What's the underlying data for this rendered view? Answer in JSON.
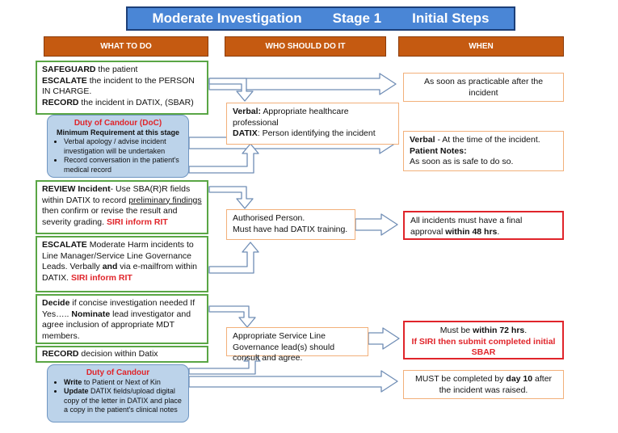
{
  "title": {
    "part1": "Moderate Investigation",
    "part2": "Stage 1",
    "part3": "Initial Steps"
  },
  "headers": {
    "what": "WHAT TO DO",
    "who": "WHO SHOULD DO IT",
    "when": "WHEN"
  },
  "what": {
    "box1": {
      "l1_bold": "SAFEGUARD",
      "l1_rest": " the patient",
      "l2_bold": "ESCALATE",
      "l2_rest": "  the incident to the PERSON IN CHARGE.",
      "l3_bold": "RECORD",
      "l3_rest": " the incident in DATIX, (SBAR)"
    },
    "doc1": {
      "title": "Duty of Candour  (DoC)",
      "subtitle": "Minimum Requirement at this stage",
      "bullet1": "Verbal apology / advise incident investigation will be undertaken",
      "bullet2": "Record conversation in the patient's medical record"
    },
    "box2": {
      "bold": "REVIEW Incident",
      "t1": "-  Use SBA(R)R fields within DATIX to record ",
      "underline": "preliminary findings",
      "t2": "  then confirm or revise the result and severity grading.  ",
      "red": "SIRI inform RIT"
    },
    "box3": {
      "bold": "ESCALATE",
      "t1": " Moderate Harm incidents to Line Manager/Service Line Governance Leads. Verbally ",
      "bold2": "and",
      "t2": " via e-mailfrom  within DATIX. ",
      "red": "SIRI inform RIT"
    },
    "box4": {
      "bold": "Decide",
      "t1": " if concise investigation needed If Yes….. ",
      "bold2": "Nominate",
      "t2": " lead investigator and agree inclusion of appropriate MDT members."
    },
    "box5": {
      "bold": "RECORD",
      "t1": " decision within Datix"
    },
    "doc2": {
      "title": "Duty of Candour",
      "b1_bold": "Write",
      "b1_rest": " to Patient or Next of Kin",
      "b2_bold": "Update",
      "b2_rest": " DATIX fields/upload digital copy of the letter in DATIX and place a copy in the  patient's clinical notes"
    }
  },
  "who": {
    "box1": {
      "l1_bold": "Verbal:",
      "l1_rest": "  Appropriate healthcare professional",
      "l2_bold": "DATIX",
      "l2_rest": ":   Person identifying the incident"
    },
    "box2": {
      "l1": "Authorised Person.",
      "l2": "Must have had DATIX training."
    },
    "box3": {
      "text": "Appropriate Service Line Governance lead(s) should consult and agree."
    }
  },
  "when": {
    "box1": {
      "text": "As soon as practicable after the incident"
    },
    "box2": {
      "l1_bold": "Verbal",
      "l1_rest": "  - At the time of the incident.",
      "l2_bold": "Patient  Notes:",
      "l3": "As soon as is safe to do so."
    },
    "box3": {
      "t1": "All incidents must have a final approval ",
      "bold": "within 48 hrs",
      "t2": "."
    },
    "box4": {
      "t1": "Must be ",
      "bold": "within 72 hrs",
      "t2": ".",
      "red": "If SIRI then submit completed  initial SBAR"
    },
    "box5": {
      "t1": "MUST be completed by ",
      "bold": "day 10",
      "t2": " after the incident was raised."
    }
  },
  "colors": {
    "title_bg": "#4a86d6",
    "header_bg": "#c55a11",
    "green_border": "#5aa645",
    "orange_border": "#f2b07a",
    "red_border": "#e0242a",
    "doc_bg": "#bcd3ea"
  }
}
